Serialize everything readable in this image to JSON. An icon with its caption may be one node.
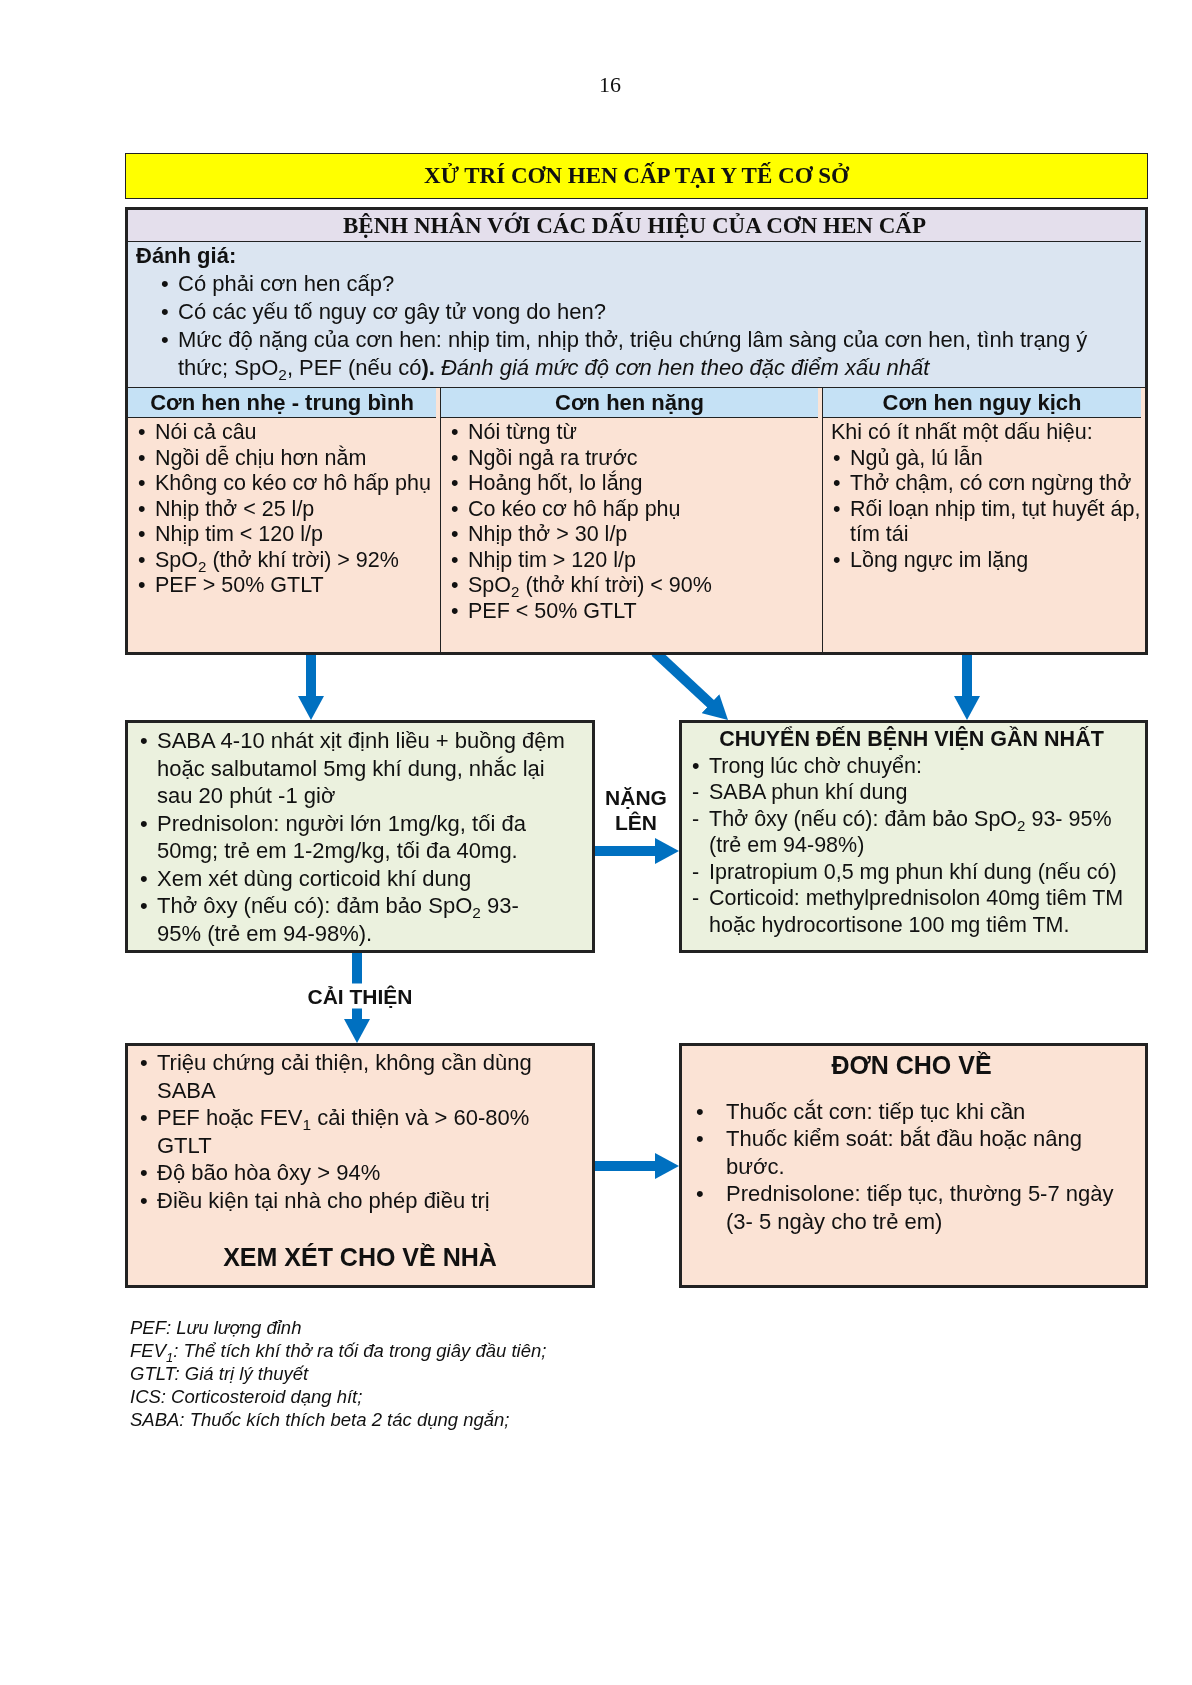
{
  "diagram": {
    "title": "XỬ TRÍ CƠN HEN CẤP TẠI Y TẾ CƠ SỞ",
    "nodes": [
      {
        "text": [
          "BỆNH NHÂN VỚI CÁC DẤU HIỆU CỦA CƠN HEN CẤP",
          "Đánh giá:",
          "• Có phải cơn hen cấp?",
          "• Có các yếu tố nguy cơ gây tử vong do hen?",
          "• Mức độ nặng của cơn hen: nhịp tim, nhịp thở, triệu chứng lâm sàng của cơn hen, tình trạng ý thức; SpO$_{2}$, PEF (nếu có**).** *Đánh giá mức độ cơn hen theo đặc điểm xấu nhất*"
        ]
      },
      {
        "text": [
          "Cơn hen nhẹ - trung bình",
          "• Nói cả câu",
          "• Ngồi dễ chịu hơn nằm",
          "• Không co kéo cơ hô hấp phụ",
          "• Nhịp thở < 25 l/p",
          "• Nhịp tim < 120 l/p",
          "• SpO$_{2}$ (thở khí trời) > 92%",
          "• PEF > 50% GTLT"
        ],
        "in": 0
      },
      {
        "text": [
          "Cơn hen nặng",
          "• Nói từng từ",
          "• Ngồi ngả ra trước",
          "• Hoảng hốt, lo lắng",
          "• Co kéo cơ hô hấp phụ",
          "• Nhịp thở > 30 l/p",
          "• Nhịp tim > 120 l/p",
          "• SpO$_{2}$ (thở khí trời) < 90%",
          "• PEF < 50% GTLT"
        ],
        "in": 0
      },
      {
        "text": [
          "Cơn hen nguy kịch",
          "Khi có ít nhất một dấu hiệu:",
          "• Ngủ gà, lú lẫn",
          "• Thở chậm, có cơn ngừng thở",
          "• Rối loạn nhịp tim, tụt huyết áp, tím tái",
          "• Lồng ngực im lặng"
        ],
        "in": 0
      },
      {
        "text": [
          "• SABA 4-10 nhát xịt định liều + buồng đệm hoặc salbutamol 5mg khí dung, nhắc lại sau 20 phút -1 giờ",
          "• Prednisolon: người lớn 1mg/kg, tối đa 50mg; trẻ em 1-2mg/kg, tối đa 40mg.",
          "• Xem xét dùng corticoid khí dung",
          "• Thở ôxy (nếu có): đảm bảo SpO$_{2}$ 93- 95% (trẻ em 94-98%)."
        ]
      },
      {
        "text": [
          "CHUYỂN ĐẾN BỆNH VIỆN GẦN NHẤT",
          "• Trong lúc chờ chuyển:",
          "- SABA phun khí dung",
          "- Thở ôxy (nếu có): đảm bảo SpO$_{2}$ 93- 95% (trẻ em 94-98%)",
          "- Ipratropium 0,5 mg phun khí dung (nếu có)",
          "- Corticoid: methylprednisolon 40mg tiêm TM hoặc hydrocortisone 100 mg tiêm TM."
        ]
      },
      {
        "text": [
          "• Triệu chứng cải thiện, không cần dùng SABA",
          "• PEF hoặc FEV$_{1}$ cải thiện và > 60-80% GTLT",
          "• Độ bão hòa ôxy > 94%",
          "• Điều kiện tại nhà cho phép điều trị",
          "XEM XÉT CHO VỀ NHÀ"
        ]
      },
      {
        "text": [
          "ĐƠN CHO VỀ",
          "• Thuốc cắt cơn: tiếp tục khi cần",
          "• Thuốc kiểm soát: bắt đầu hoặc nâng bước.",
          "• Prednisolone: tiếp tục, thường 5-7 ngày (3- 5 ngày cho trẻ em)"
        ]
      }
    ],
    "edges": [
      {
        "from": 1,
        "to": 4,
        "arrow": "to"
      },
      {
        "from": 2,
        "to": 5,
        "arrow": "to"
      },
      {
        "from": 3,
        "to": 5,
        "arrow": "to"
      },
      {
        "from": 4,
        "to": 5,
        "arrow": "to",
        "label": "NẶNG LÊN"
      },
      {
        "from": 4,
        "to": 6,
        "arrow": "to",
        "label": "CẢI THIỆN"
      },
      {
        "from": 6,
        "to": 7,
        "arrow": "to"
      }
    ],
    "labels": [
      "16",
      "PEF: Lưu lượng đỉnh",
      "FEV$_{1}$: Thể tích khí thở ra tối đa trong giây đầu tiên;",
      "GTLT: Giá trị lý thuyết",
      "ICS: Corticosteroid dạng hít;",
      "SABA: Thuốc kích thích beta 2 tác dụng ngắn;"
    ]
  }
}
